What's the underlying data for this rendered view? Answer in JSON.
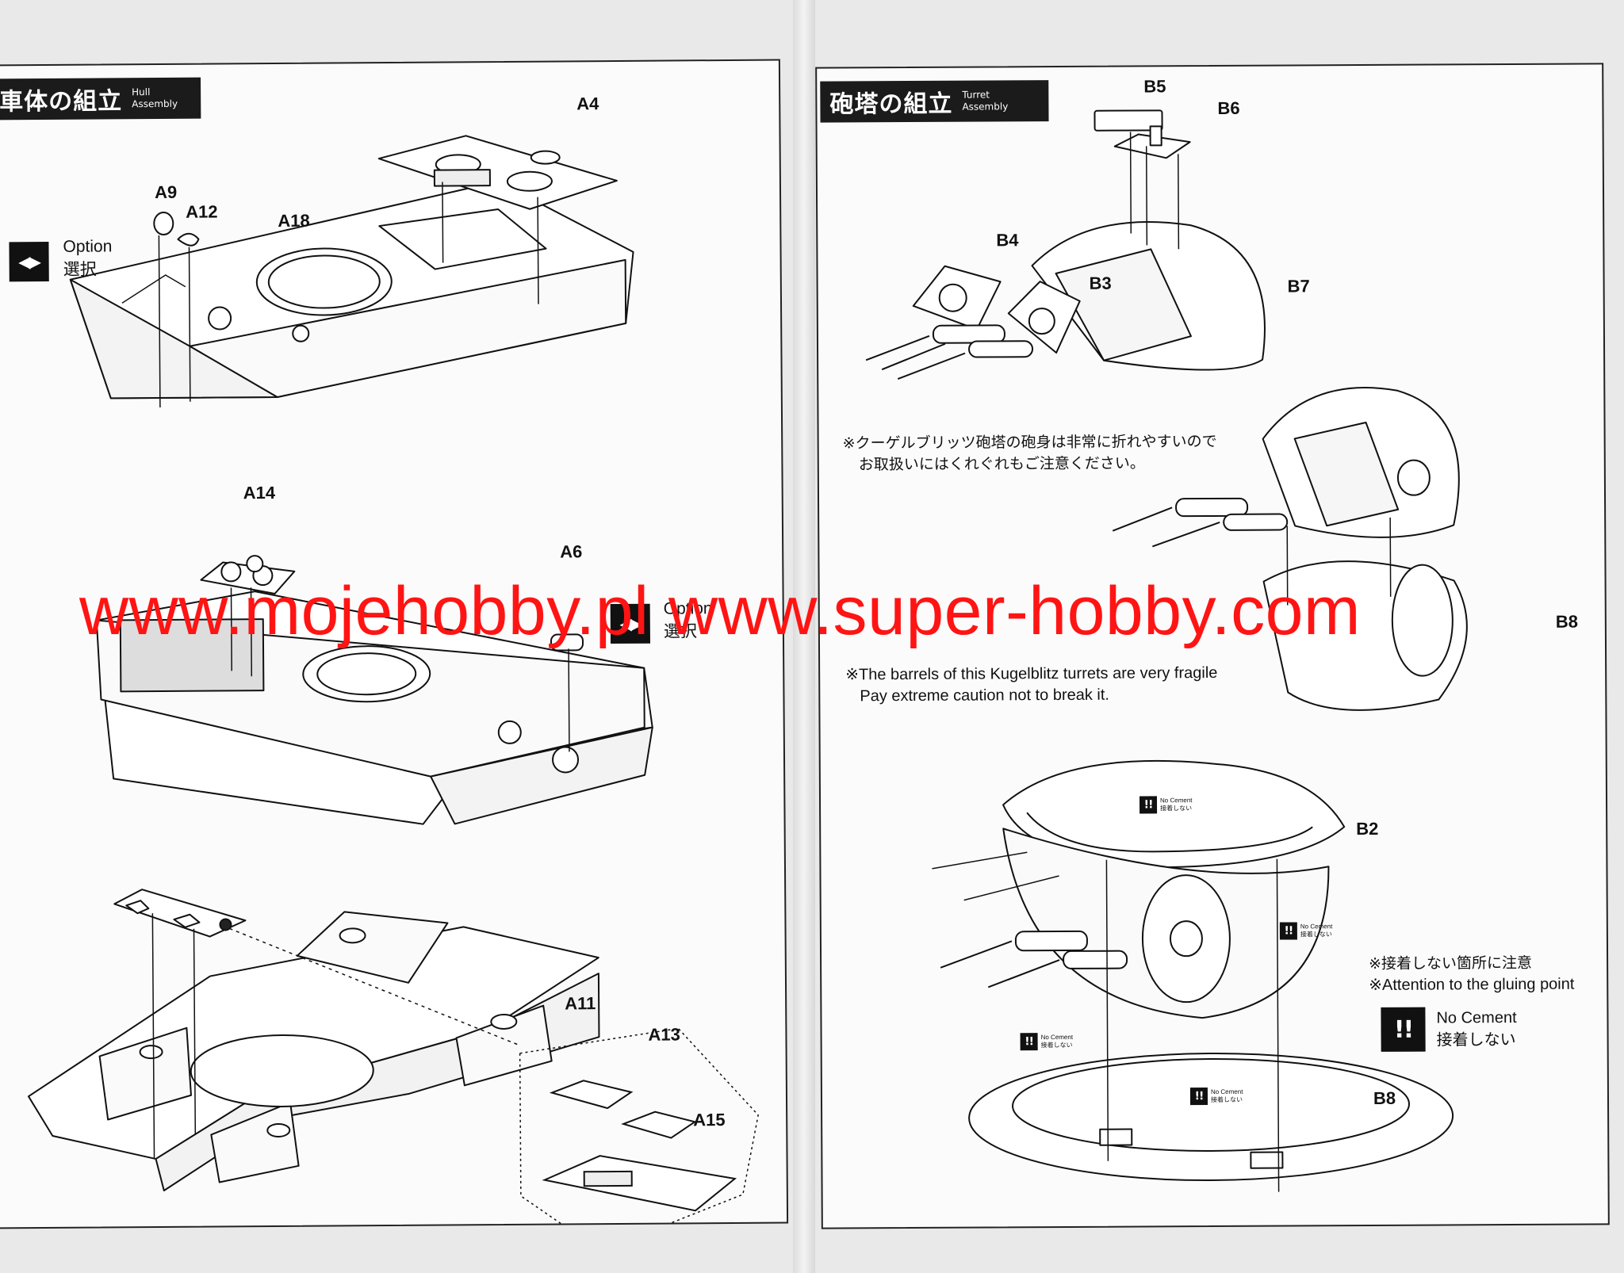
{
  "watermark": "www.mojehobby.pl www.super-hobby.com",
  "left_page": {
    "header": {
      "jp": "車体の組立",
      "en_line1": "Hull",
      "en_line2": "Assembly"
    },
    "option": {
      "en": "Option",
      "jp": "選択"
    },
    "option2": {
      "en": "Option",
      "jp": "選択"
    },
    "labels": {
      "a4": "A4",
      "a9": "A9",
      "a12": "A12",
      "a18": "A18",
      "a14": "A14",
      "a6": "A6",
      "a11": "A11",
      "a13": "A13",
      "a15": "A15"
    }
  },
  "right_page": {
    "header": {
      "jp": "砲塔の組立",
      "en_line1": "Turret",
      "en_line2": "Assembly"
    },
    "labels": {
      "b5": "B5",
      "b6": "B6",
      "b4": "B4",
      "b3": "B3",
      "b7": "B7",
      "b8_top": "B8",
      "b2": "B2",
      "b8": "B8"
    },
    "note_jp_line1": "※クーゲルブリッツ砲塔の砲身は非常に折れやすいので",
    "note_jp_line2": "お取扱いにはくれぐれもご注意ください。",
    "note_en_line1": "※The barrels of this Kugelblitz turrets are very fragile",
    "note_en_line2": "Pay extreme caution not to break it.",
    "attention_jp": "※接着しない箇所に注意",
    "attention_en": "※Attention to the gluing point",
    "no_cement": {
      "icon": "!!",
      "en": "No Cement",
      "jp": "接着しない"
    }
  }
}
